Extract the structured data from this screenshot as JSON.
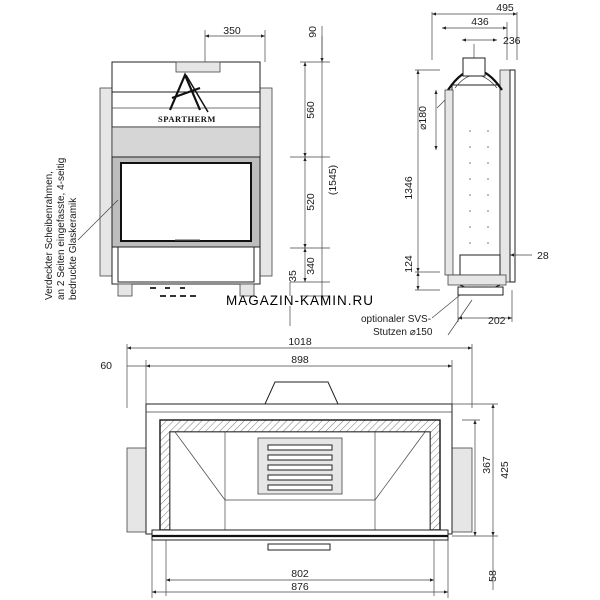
{
  "front_view": {
    "brand": "SPARTHERM",
    "dims": {
      "top_width": "350",
      "top_offset": "90",
      "h560": "560",
      "h520": "520",
      "h1545": "(1545)",
      "h340": "340",
      "h35": "35"
    },
    "side_note": [
      "Verdeckter Scheibenrahmen,",
      "an 2 Seiten eingefasste, 4-seitig",
      "bedruckte Glaskeramik"
    ]
  },
  "side_view": {
    "dims": {
      "w495": "495",
      "w436": "436",
      "w236": "236",
      "d180": "⌀180",
      "h1346": "1346",
      "h124": "124",
      "d28": "28",
      "d202": "202"
    },
    "note": [
      "optionaler SVS-",
      "Stutzen ⌀150"
    ]
  },
  "top_view": {
    "dims": {
      "w1018": "1018",
      "w60": "60",
      "w898": "898",
      "h367": "367",
      "h425": "425",
      "w802": "802",
      "h58": "58",
      "w876": "876"
    }
  },
  "watermark": "MAGAZIN-KAMIN.RU"
}
